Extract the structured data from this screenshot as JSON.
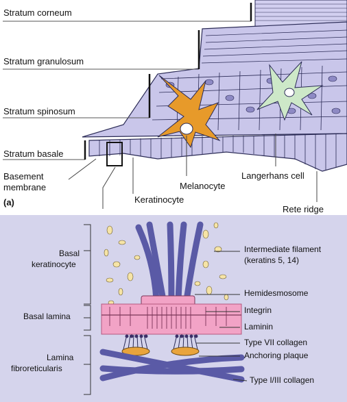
{
  "panel_a": {
    "layer_labels": {
      "corneum": "Stratum corneum",
      "granulosum": "Stratum granulosum",
      "spinosum": "Stratum spinosum",
      "basale": "Stratum basale"
    },
    "callouts": {
      "basement_membrane_line1": "Basement",
      "basement_membrane_line2": "membrane",
      "keratinocyte": "Keratinocyte",
      "melanocyte": "Melanocyte",
      "langerhans": "Langerhans cell",
      "rete_ridge": "Rete ridge"
    },
    "panel_letter": "(a)",
    "colors": {
      "cell_fill": "#c9c6ea",
      "cell_stroke": "#2a2a55",
      "melanocyte": "#e79a2a",
      "langerhans": "#cde8c8"
    }
  },
  "panel_b": {
    "region_labels": {
      "basal_keratinocyte_line1": "Basal",
      "basal_keratinocyte_line2": "keratinocyte",
      "basal_lamina": "Basal lamina",
      "lamina_fibro_line1": "Lamina",
      "lamina_fibro_line2": "fibroreticularis"
    },
    "structure_labels": {
      "intermediate_filament_line1": "Intermediate filament",
      "intermediate_filament_line2": "(keratins 5, 14)",
      "hemidesmosome": "Hemidesmosome",
      "integrin": "Integrin",
      "laminin": "Laminin",
      "type_vii": "Type VII collagen",
      "anchoring_plaque": "Anchoring plaque",
      "type_i_iii": "Type I/III collagen"
    },
    "colors": {
      "background": "#d5d4ec",
      "filament": "#5a5aa6",
      "lamina": "#f2a3c6",
      "granule": "#f6e4a6",
      "plaque": "#e9a43c"
    }
  }
}
